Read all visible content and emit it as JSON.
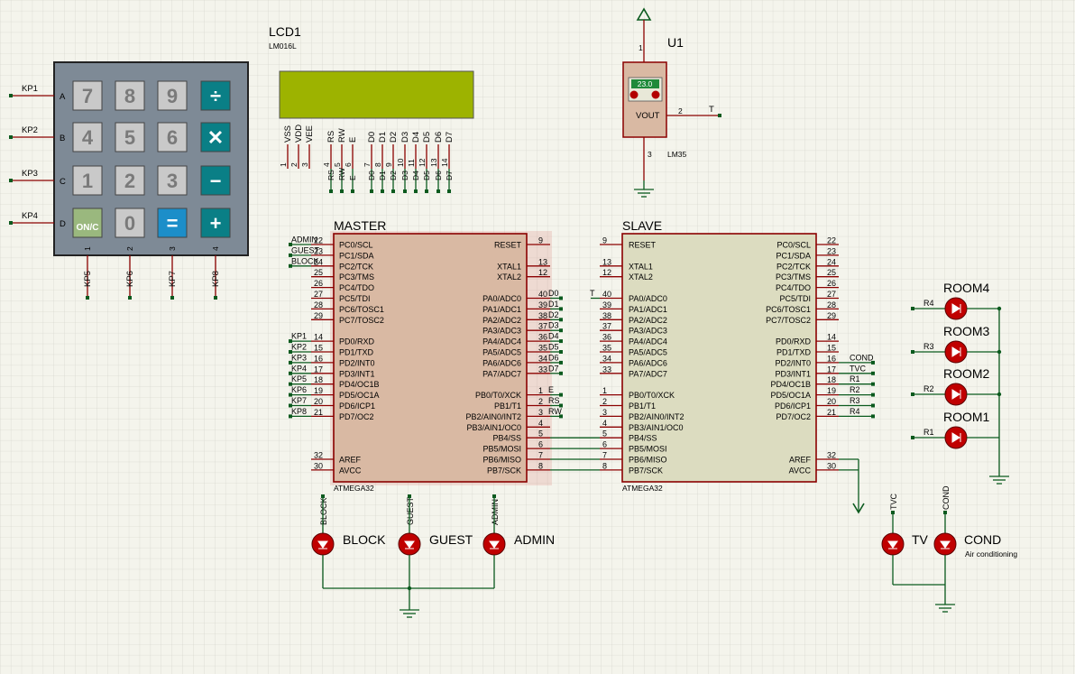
{
  "keypad": {
    "rows": [
      "A",
      "B",
      "C",
      "D"
    ],
    "cols": [
      "1",
      "2",
      "3",
      "4"
    ],
    "row_nets": [
      "KP1",
      "KP2",
      "KP3",
      "KP4"
    ],
    "col_nets": [
      "KP5",
      "KP6",
      "KP7",
      "KP8"
    ],
    "keys": [
      [
        "7",
        "8",
        "9",
        "÷"
      ],
      [
        "4",
        "5",
        "6",
        "✕"
      ],
      [
        "1",
        "2",
        "3",
        "−"
      ],
      [
        "ON/C",
        "0",
        "=",
        "+"
      ]
    ]
  },
  "lcd": {
    "ref": "LCD1",
    "part": "LM016L",
    "pins": [
      "VSS",
      "VDD",
      "VEE",
      "RS",
      "RW",
      "E",
      "D0",
      "D1",
      "D2",
      "D3",
      "D4",
      "D5",
      "D6",
      "D7"
    ],
    "pin_nums": [
      "1",
      "2",
      "3",
      "4",
      "5",
      "6",
      "7",
      "8",
      "9",
      "10",
      "11",
      "12",
      "13",
      "14"
    ],
    "nets": [
      "RS",
      "RW",
      "E",
      "D0",
      "D1",
      "D2",
      "D3",
      "D4",
      "D5",
      "D6",
      "D7"
    ]
  },
  "sensor": {
    "ref": "U1",
    "part": "LM35",
    "reading": "23.0",
    "vout": "VOUT",
    "pin1": "1",
    "pin2": "2",
    "pin3": "3",
    "net": "T"
  },
  "master": {
    "title": "MASTER",
    "part": "ATMEGA32",
    "left": [
      {
        "num": "22",
        "name": "PC0/SCL",
        "net": "ADMIN"
      },
      {
        "num": "23",
        "name": "PC1/SDA",
        "net": "GUEST"
      },
      {
        "num": "24",
        "name": "PC2/TCK",
        "net": "BLOCK"
      },
      {
        "num": "25",
        "name": "PC3/TMS",
        "net": ""
      },
      {
        "num": "26",
        "name": "PC4/TDO",
        "net": ""
      },
      {
        "num": "27",
        "name": "PC5/TDI",
        "net": ""
      },
      {
        "num": "28",
        "name": "PC6/TOSC1",
        "net": ""
      },
      {
        "num": "29",
        "name": "PC7/TOSC2",
        "net": ""
      },
      {
        "num": "14",
        "name": "PD0/RXD",
        "net": "KP1"
      },
      {
        "num": "15",
        "name": "PD1/TXD",
        "net": "KP2"
      },
      {
        "num": "16",
        "name": "PD2/INT0",
        "net": "KP3"
      },
      {
        "num": "17",
        "name": "PD3/INT1",
        "net": "KP4"
      },
      {
        "num": "18",
        "name": "PD4/OC1B",
        "net": "KP5"
      },
      {
        "num": "19",
        "name": "PD5/OC1A",
        "net": "KP6"
      },
      {
        "num": "20",
        "name": "PD6/ICP1",
        "net": "KP7"
      },
      {
        "num": "21",
        "name": "PD7/OC2",
        "net": "KP8"
      },
      {
        "num": "32",
        "name": "AREF",
        "net": ""
      },
      {
        "num": "30",
        "name": "AVCC",
        "net": ""
      }
    ],
    "right": [
      {
        "num": "9",
        "name": "RESET",
        "net": ""
      },
      {
        "num": "13",
        "name": "XTAL1",
        "net": ""
      },
      {
        "num": "12",
        "name": "XTAL2",
        "net": ""
      },
      {
        "num": "40",
        "name": "PA0/ADC0",
        "net": "D0"
      },
      {
        "num": "39",
        "name": "PA1/ADC1",
        "net": "D1"
      },
      {
        "num": "38",
        "name": "PA2/ADC2",
        "net": "D2"
      },
      {
        "num": "37",
        "name": "PA3/ADC3",
        "net": "D3"
      },
      {
        "num": "36",
        "name": "PA4/ADC4",
        "net": "D4"
      },
      {
        "num": "35",
        "name": "PA5/ADC5",
        "net": "D5"
      },
      {
        "num": "34",
        "name": "PA6/ADC6",
        "net": "D6"
      },
      {
        "num": "33",
        "name": "PA7/ADC7",
        "net": "D7"
      },
      {
        "num": "1",
        "name": "PB0/T0/XCK",
        "net": "E"
      },
      {
        "num": "2",
        "name": "PB1/T1",
        "net": "RS"
      },
      {
        "num": "3",
        "name": "PB2/AIN0/INT2",
        "net": "RW"
      },
      {
        "num": "4",
        "name": "PB3/AIN1/OC0",
        "net": ""
      },
      {
        "num": "5",
        "name": "PB4/SS",
        "net": ""
      },
      {
        "num": "6",
        "name": "PB5/MOSI",
        "net": ""
      },
      {
        "num": "7",
        "name": "PB6/MISO",
        "net": ""
      },
      {
        "num": "8",
        "name": "PB7/SCK",
        "net": ""
      }
    ]
  },
  "slave": {
    "title": "SLAVE",
    "part": "ATMEGA32",
    "left": [
      {
        "num": "9",
        "name": "RESET",
        "net": ""
      },
      {
        "num": "13",
        "name": "XTAL1",
        "net": ""
      },
      {
        "num": "12",
        "name": "XTAL2",
        "net": ""
      },
      {
        "num": "40",
        "name": "PA0/ADC0",
        "net": "T"
      },
      {
        "num": "39",
        "name": "PA1/ADC1",
        "net": ""
      },
      {
        "num": "38",
        "name": "PA2/ADC2",
        "net": ""
      },
      {
        "num": "37",
        "name": "PA3/ADC3",
        "net": ""
      },
      {
        "num": "36",
        "name": "PA4/ADC4",
        "net": ""
      },
      {
        "num": "35",
        "name": "PA5/ADC5",
        "net": ""
      },
      {
        "num": "34",
        "name": "PA6/ADC6",
        "net": ""
      },
      {
        "num": "33",
        "name": "PA7/ADC7",
        "net": ""
      },
      {
        "num": "1",
        "name": "PB0/T0/XCK",
        "net": ""
      },
      {
        "num": "2",
        "name": "PB1/T1",
        "net": ""
      },
      {
        "num": "3",
        "name": "PB2/AIN0/INT2",
        "net": ""
      },
      {
        "num": "4",
        "name": "PB3/AIN1/OC0",
        "net": ""
      },
      {
        "num": "5",
        "name": "PB4/SS",
        "net": ""
      },
      {
        "num": "6",
        "name": "PB5/MOSI",
        "net": ""
      },
      {
        "num": "7",
        "name": "PB6/MISO",
        "net": ""
      },
      {
        "num": "8",
        "name": "PB7/SCK",
        "net": ""
      }
    ],
    "right": [
      {
        "num": "22",
        "name": "PC0/SCL",
        "net": ""
      },
      {
        "num": "23",
        "name": "PC1/SDA",
        "net": ""
      },
      {
        "num": "24",
        "name": "PC2/TCK",
        "net": ""
      },
      {
        "num": "25",
        "name": "PC3/TMS",
        "net": ""
      },
      {
        "num": "26",
        "name": "PC4/TDO",
        "net": ""
      },
      {
        "num": "27",
        "name": "PC5/TDI",
        "net": ""
      },
      {
        "num": "28",
        "name": "PC6/TOSC1",
        "net": ""
      },
      {
        "num": "29",
        "name": "PC7/TOSC2",
        "net": ""
      },
      {
        "num": "14",
        "name": "PD0/RXD",
        "net": ""
      },
      {
        "num": "15",
        "name": "PD1/TXD",
        "net": ""
      },
      {
        "num": "16",
        "name": "PD2/INT0",
        "net": "COND"
      },
      {
        "num": "17",
        "name": "PD3/INT1",
        "net": "TVC"
      },
      {
        "num": "18",
        "name": "PD4/OC1B",
        "net": "R1"
      },
      {
        "num": "19",
        "name": "PD5/OC1A",
        "net": "R2"
      },
      {
        "num": "20",
        "name": "PD6/ICP1",
        "net": "R3"
      },
      {
        "num": "21",
        "name": "PD7/OC2",
        "net": "R4"
      },
      {
        "num": "32",
        "name": "AREF",
        "net": ""
      },
      {
        "num": "30",
        "name": "AVCC",
        "net": ""
      }
    ]
  },
  "rooms": [
    {
      "label": "ROOM4",
      "net": "R4"
    },
    {
      "label": "ROOM3",
      "net": "R3"
    },
    {
      "label": "ROOM2",
      "net": "R2"
    },
    {
      "label": "ROOM1",
      "net": "R1"
    }
  ],
  "leds_master": [
    {
      "label": "BLOCK",
      "net": "BLOCK"
    },
    {
      "label": "GUEST",
      "net": "GUEST"
    },
    {
      "label": "ADMIN",
      "net": "ADMIN"
    }
  ],
  "leds_slave": [
    {
      "label": "TV",
      "net": "TVC",
      "sub": ""
    },
    {
      "label": "COND",
      "net": "COND",
      "sub": "Air conditioning"
    }
  ],
  "colors": {
    "background": "#f4f4ec",
    "grid": "#c8c8c0",
    "chip_master": "#d9b9a3",
    "chip_slave": "#dcdcc0",
    "chip_border": "#8b0000",
    "wire": "#0b5a1e",
    "led": "#c00000",
    "lcd_screen": "#9db300",
    "sensor_display": "#1f8a3a",
    "key_green": "#9ab87e",
    "key_blue": "#1c8ec9",
    "key_teal": "#0a7f86",
    "key_grey": "#c9c9c9"
  }
}
